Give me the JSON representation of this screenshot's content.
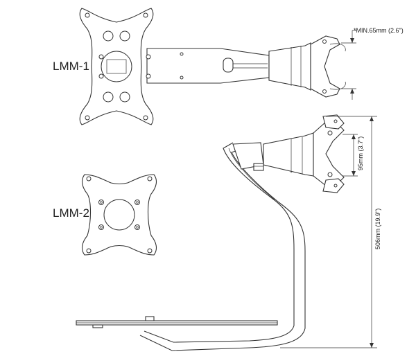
{
  "labels": {
    "model_1": "LMM-1",
    "model_2": "LMM-2"
  },
  "dimensions": {
    "clamp_min": "*MIN.65mm (2.6\")",
    "clamp_height": "95mm (3.7\")",
    "total_height": "506mm (19.9\")"
  }
}
